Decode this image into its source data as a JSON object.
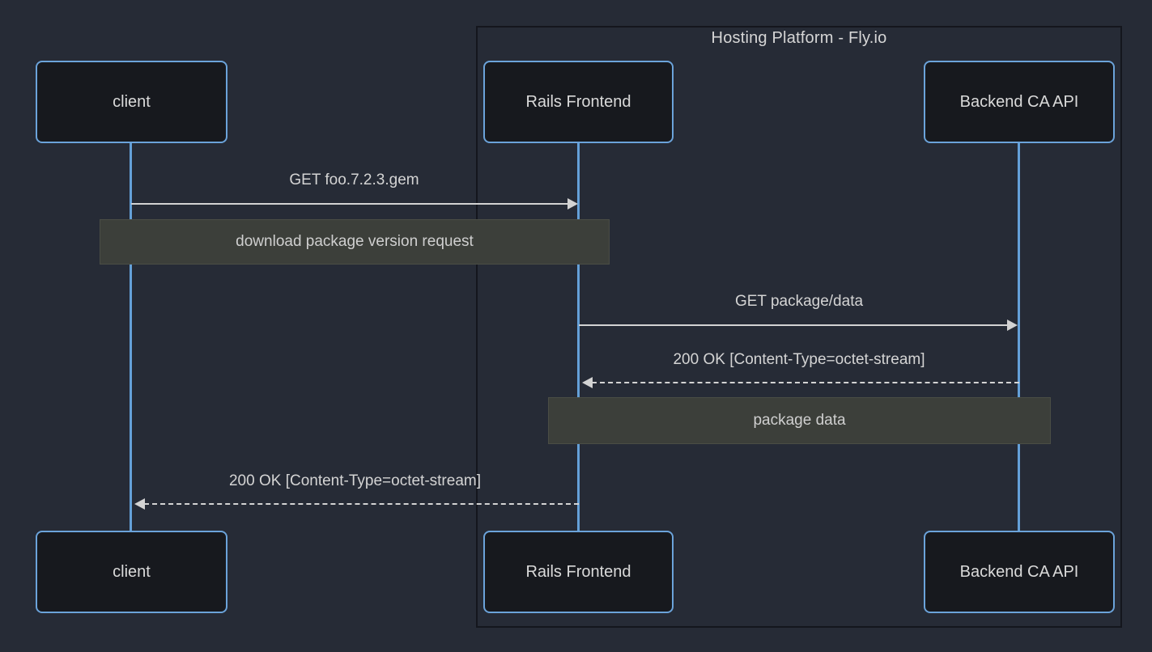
{
  "diagram": {
    "title": "Hosting Platform - Fly.io",
    "actors": [
      {
        "id": "client",
        "label": "client"
      },
      {
        "id": "rails",
        "label": "Rails Frontend"
      },
      {
        "id": "backend",
        "label": "Backend CA API"
      }
    ],
    "messages": [
      {
        "label": "GET foo.7.2.3.gem",
        "from": "client",
        "to": "rails",
        "style": "solid"
      },
      {
        "label": "GET package/data",
        "from": "rails",
        "to": "backend",
        "style": "solid"
      },
      {
        "label": "200 OK [Content-Type=octet-stream]",
        "from": "backend",
        "to": "rails",
        "style": "dashed"
      },
      {
        "label": "200 OK [Content-Type=octet-stream]",
        "from": "rails",
        "to": "client",
        "style": "dashed"
      }
    ],
    "notes": [
      {
        "label": "download package version request",
        "over": [
          "client",
          "rails"
        ]
      },
      {
        "label": "package data",
        "over": [
          "rails",
          "backend"
        ]
      }
    ],
    "colors": {
      "background": "#262b36",
      "actor_fill": "#17191e",
      "actor_border": "#6ba3da",
      "lifeline": "#64a0d8",
      "arrow": "#d3d3d3",
      "text": "#d4d4d4",
      "note_fill": "#3c3f3a",
      "boundary_border": "#14161d"
    }
  }
}
